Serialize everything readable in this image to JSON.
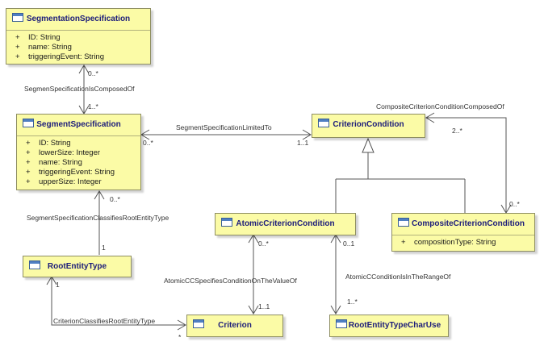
{
  "classes": {
    "segmentation_specification": {
      "name": "SegmentationSpecification",
      "attributes": [
        {
          "vis": "+",
          "text": "ID: String"
        },
        {
          "vis": "+",
          "text": "name: String"
        },
        {
          "vis": "+",
          "text": "triggeringEvent: String"
        }
      ]
    },
    "segment_specification": {
      "name": "SegmentSpecification",
      "attributes": [
        {
          "vis": "+",
          "text": "ID: String"
        },
        {
          "vis": "+",
          "text": "lowerSize: Integer"
        },
        {
          "vis": "+",
          "text": "name: String"
        },
        {
          "vis": "+",
          "text": "triggeringEvent: String"
        },
        {
          "vis": "+",
          "text": "upperSize: Integer"
        }
      ]
    },
    "criterion_condition": {
      "name": "CriterionCondition"
    },
    "atomic_criterion_condition": {
      "name": "AtomicCriterionCondition"
    },
    "composite_criterion_condition": {
      "name": "CompositeCriterionCondition",
      "attributes": [
        {
          "vis": "+",
          "text": "compositionType: String"
        }
      ]
    },
    "root_entity_type": {
      "name": "RootEntityType"
    },
    "criterion": {
      "name": "Criterion"
    },
    "root_entity_type_char_use": {
      "name": "RootEntityTypeCharUse"
    }
  },
  "associations": {
    "segmen_specification_is_composed_of": {
      "label": "SegmenSpecificationIsComposedOf",
      "source_mult": "0..*",
      "target_mult": "1..*"
    },
    "segment_specification_limited_to": {
      "label": "SegmentSpecificationLimitedTo",
      "source_mult": "0..*",
      "target_mult": "1..1"
    },
    "composite_criterion_condition_composed_of": {
      "label": "CompositeCriterionConditionComposedOf",
      "source_mult": "2..*",
      "target_mult": "0..*"
    },
    "segment_specification_classifies_root_entity_type": {
      "label": "SegmentSpecificationClassifiesRootEntityType",
      "source_mult": "0..*",
      "target_mult": "1"
    },
    "atomic_cc_specifies_condition_on_the_value_of": {
      "label": "AtomicCCSpecifiesConditionOnTheValueOf",
      "source_mult": "0..*",
      "target_mult": "1..1"
    },
    "atomic_c_condition_is_in_the_range_of": {
      "label": "AtomicCConditionIsInTheRangeOf",
      "source_mult": "0..1",
      "target_mult": "1..*"
    },
    "criterion_classifies_root_entity_type": {
      "label": "CriterionClassifiesRootEntityType",
      "source_mult": "1",
      "target_mult": "*"
    }
  }
}
